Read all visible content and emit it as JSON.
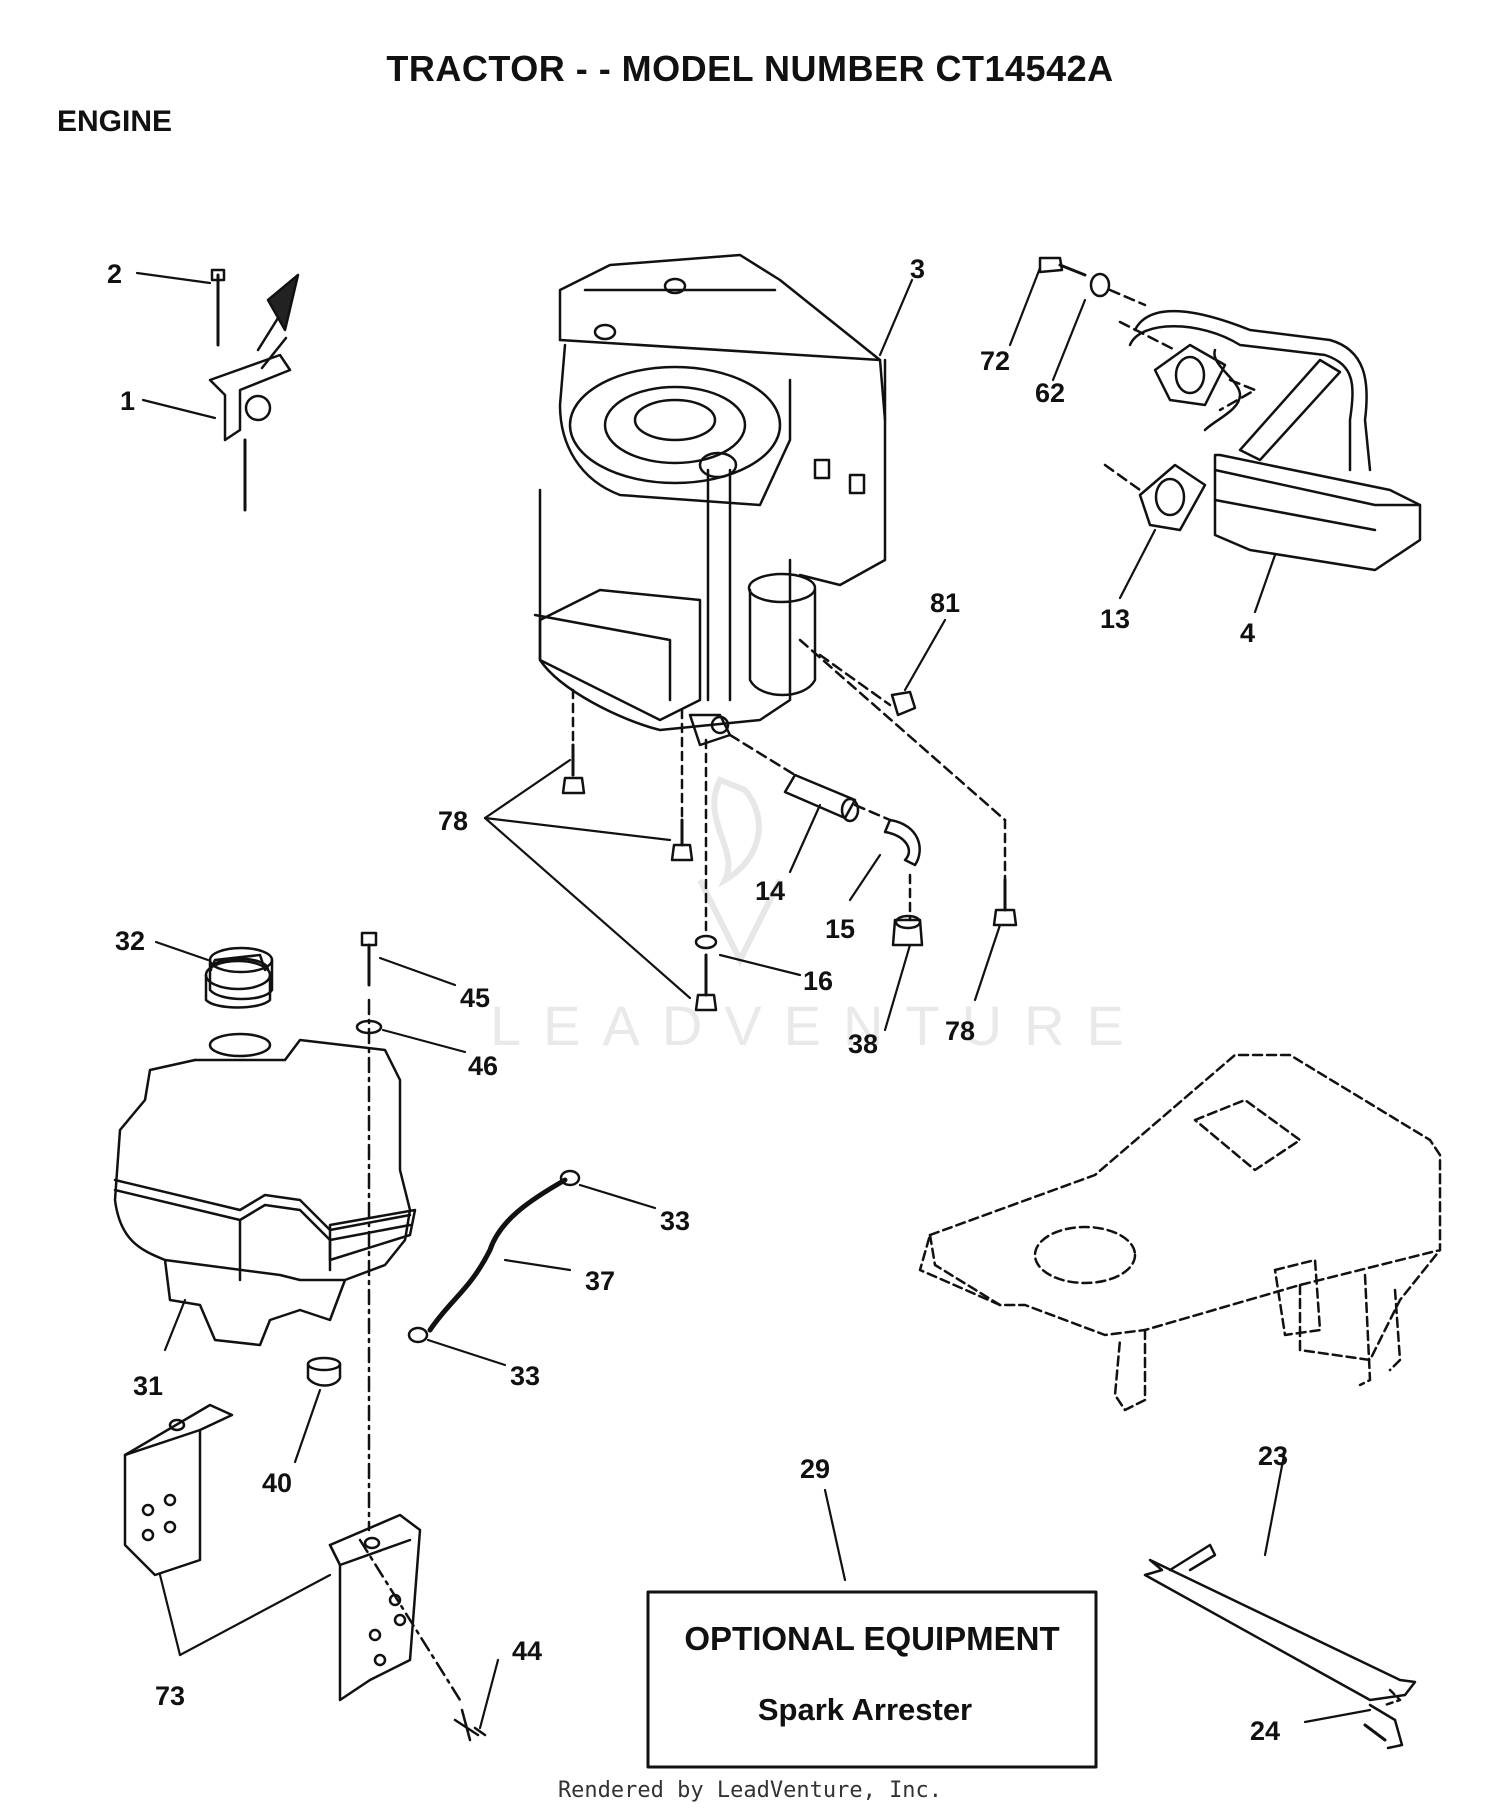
{
  "header": {
    "title": "TRACTOR - - MODEL NUMBER CT14542A",
    "section": "ENGINE"
  },
  "callouts": {
    "c1": "1",
    "c2": "2",
    "c3": "3",
    "c4": "4",
    "c13": "13",
    "c14": "14",
    "c15": "15",
    "c16": "16",
    "c23": "23",
    "c24": "24",
    "c29": "29",
    "c31": "31",
    "c32": "32",
    "c33a": "33",
    "c33b": "33",
    "c37": "37",
    "c38": "38",
    "c40": "40",
    "c44": "44",
    "c45": "45",
    "c46": "46",
    "c62": "62",
    "c72": "72",
    "c73": "73",
    "c78a": "78",
    "c78b": "78",
    "c81": "81"
  },
  "optional_box": {
    "title": "OPTIONAL EQUIPMENT",
    "subtitle": "Spark Arrester"
  },
  "watermark": "LEADVENTURE",
  "footer": "Rendered by LeadVenture, Inc."
}
